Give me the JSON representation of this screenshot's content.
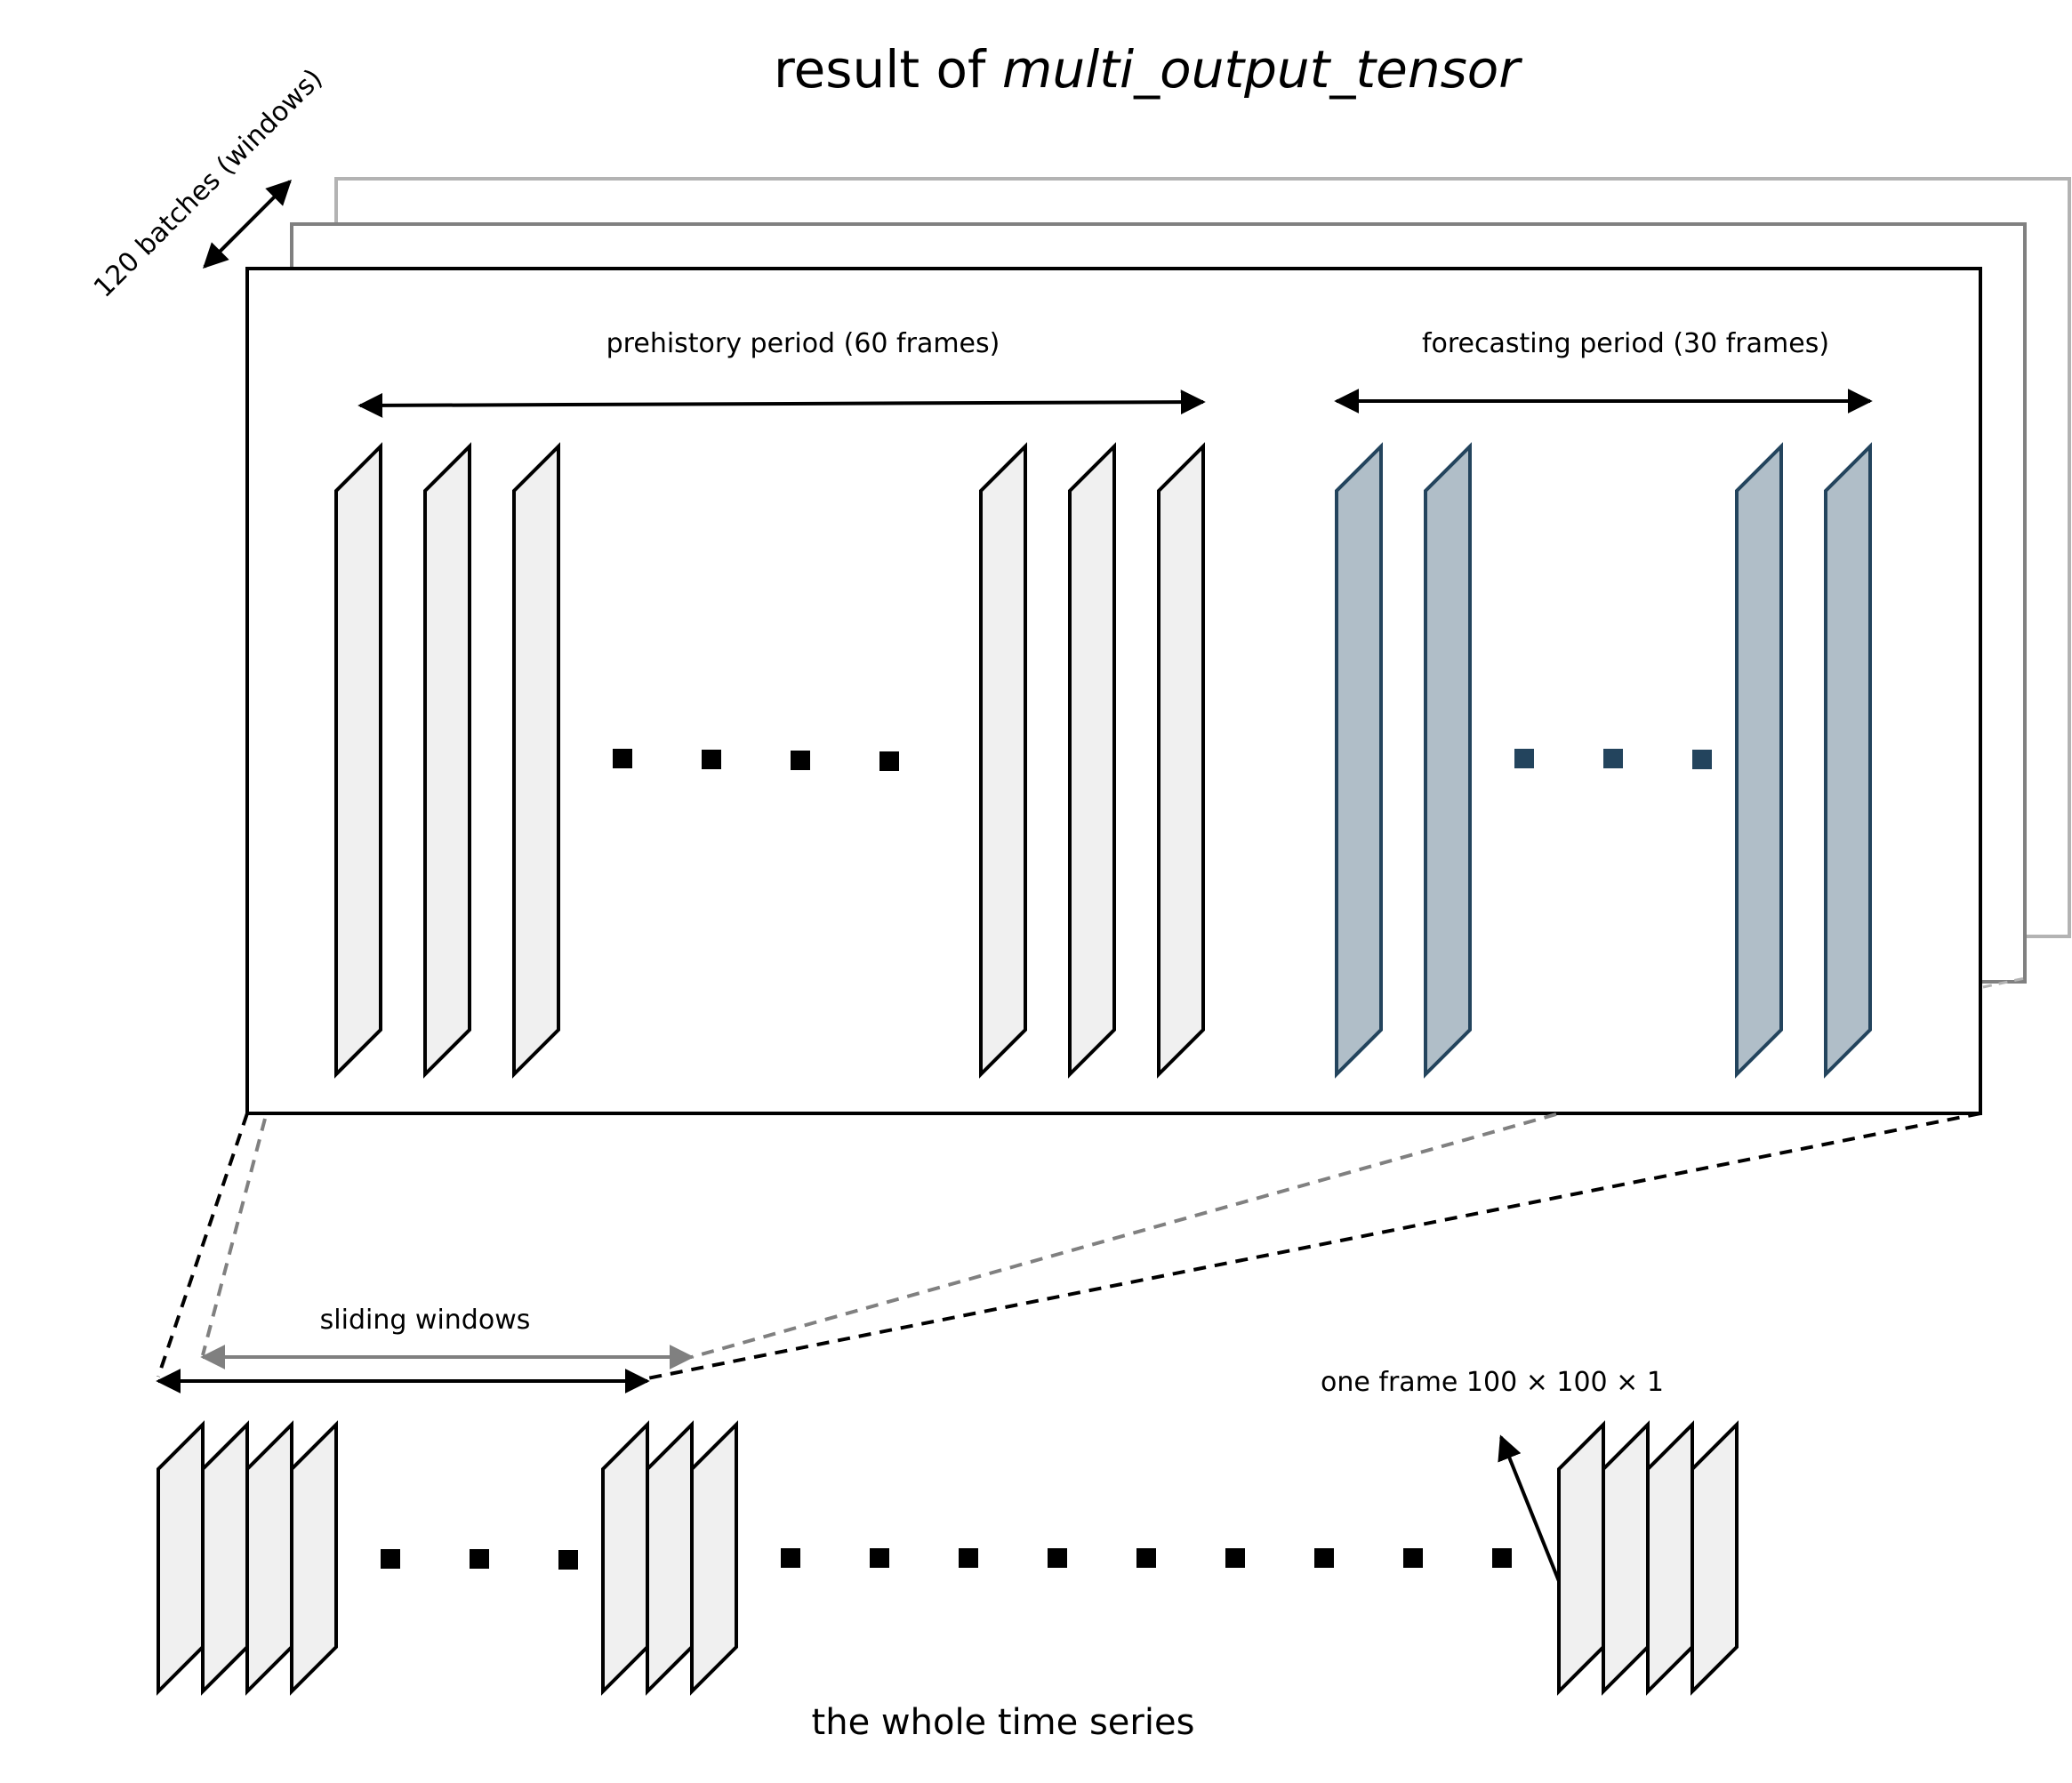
{
  "title": {
    "prefix": "result of ",
    "emphasis": "multi_output_tensor"
  },
  "labels": {
    "batches": "120 batches (windows)",
    "prehistory": "prehistory period (60 frames)",
    "forecasting": "forecasting period (30 frames)",
    "sliding_windows": "sliding windows",
    "one_frame": "one frame 100 × 100 × 1",
    "whole_series": "the whole time series"
  },
  "colors": {
    "frame_fill": "#f0f0f0",
    "frame_stroke": "#000000",
    "forecast_fill": "#b0bec8",
    "forecast_stroke": "#23445d",
    "back_layer_1": "#b3b3b3",
    "back_layer_2": "#808080",
    "dashed_gray": "#808080"
  }
}
